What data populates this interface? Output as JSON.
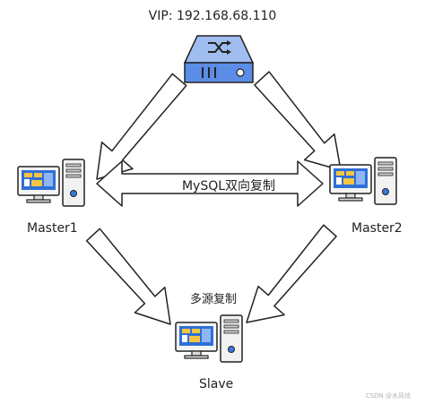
{
  "vip_label": "VIP: 192.168.68.110",
  "master1_label": "Master1",
  "master2_label": "Master2",
  "slave_label": "Slave",
  "replication_label": "MySQL双向复制",
  "multi_source_label": "多源复制",
  "watermark": "CSDN @水风炫",
  "icons": {
    "router": "router-shuffle-icon",
    "computer": "desktop-computer-icon"
  },
  "colors": {
    "router_blue": "#5b8de6",
    "outline": "#222222",
    "arrow_fill": "#ffffff",
    "screen_blue": "#2f6fd6",
    "tower": "#f2f2f2"
  }
}
